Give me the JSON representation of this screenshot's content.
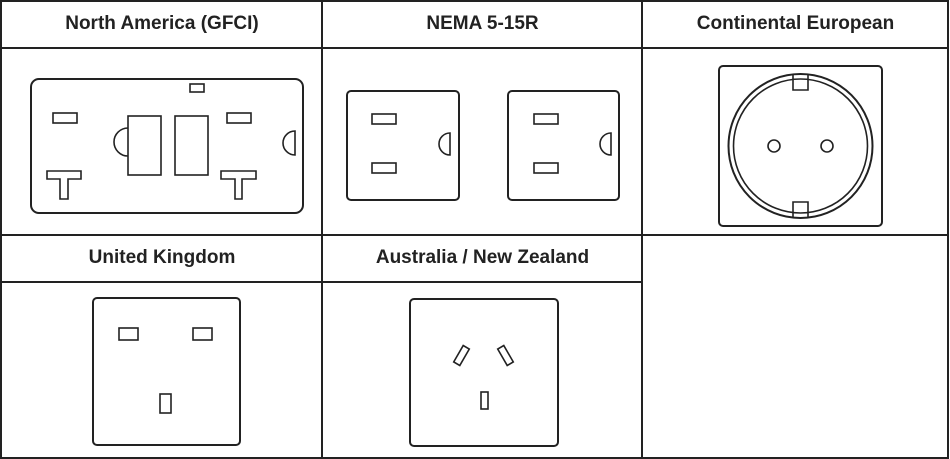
{
  "outlets": [
    {
      "label": "North America (GFCI)",
      "icon": "gfci-receptacle-icon"
    },
    {
      "label": "NEMA 5-15R",
      "icon": "nema-duplex-receptacle-icon"
    },
    {
      "label": "Continental European",
      "icon": "schuko-socket-icon"
    },
    {
      "label": "United Kingdom",
      "icon": "uk-bs1363-socket-icon"
    },
    {
      "label": "Australia / New Zealand",
      "icon": "au-nz-socket-icon"
    }
  ],
  "colors": {
    "line": "#222222",
    "background": "#ffffff"
  }
}
